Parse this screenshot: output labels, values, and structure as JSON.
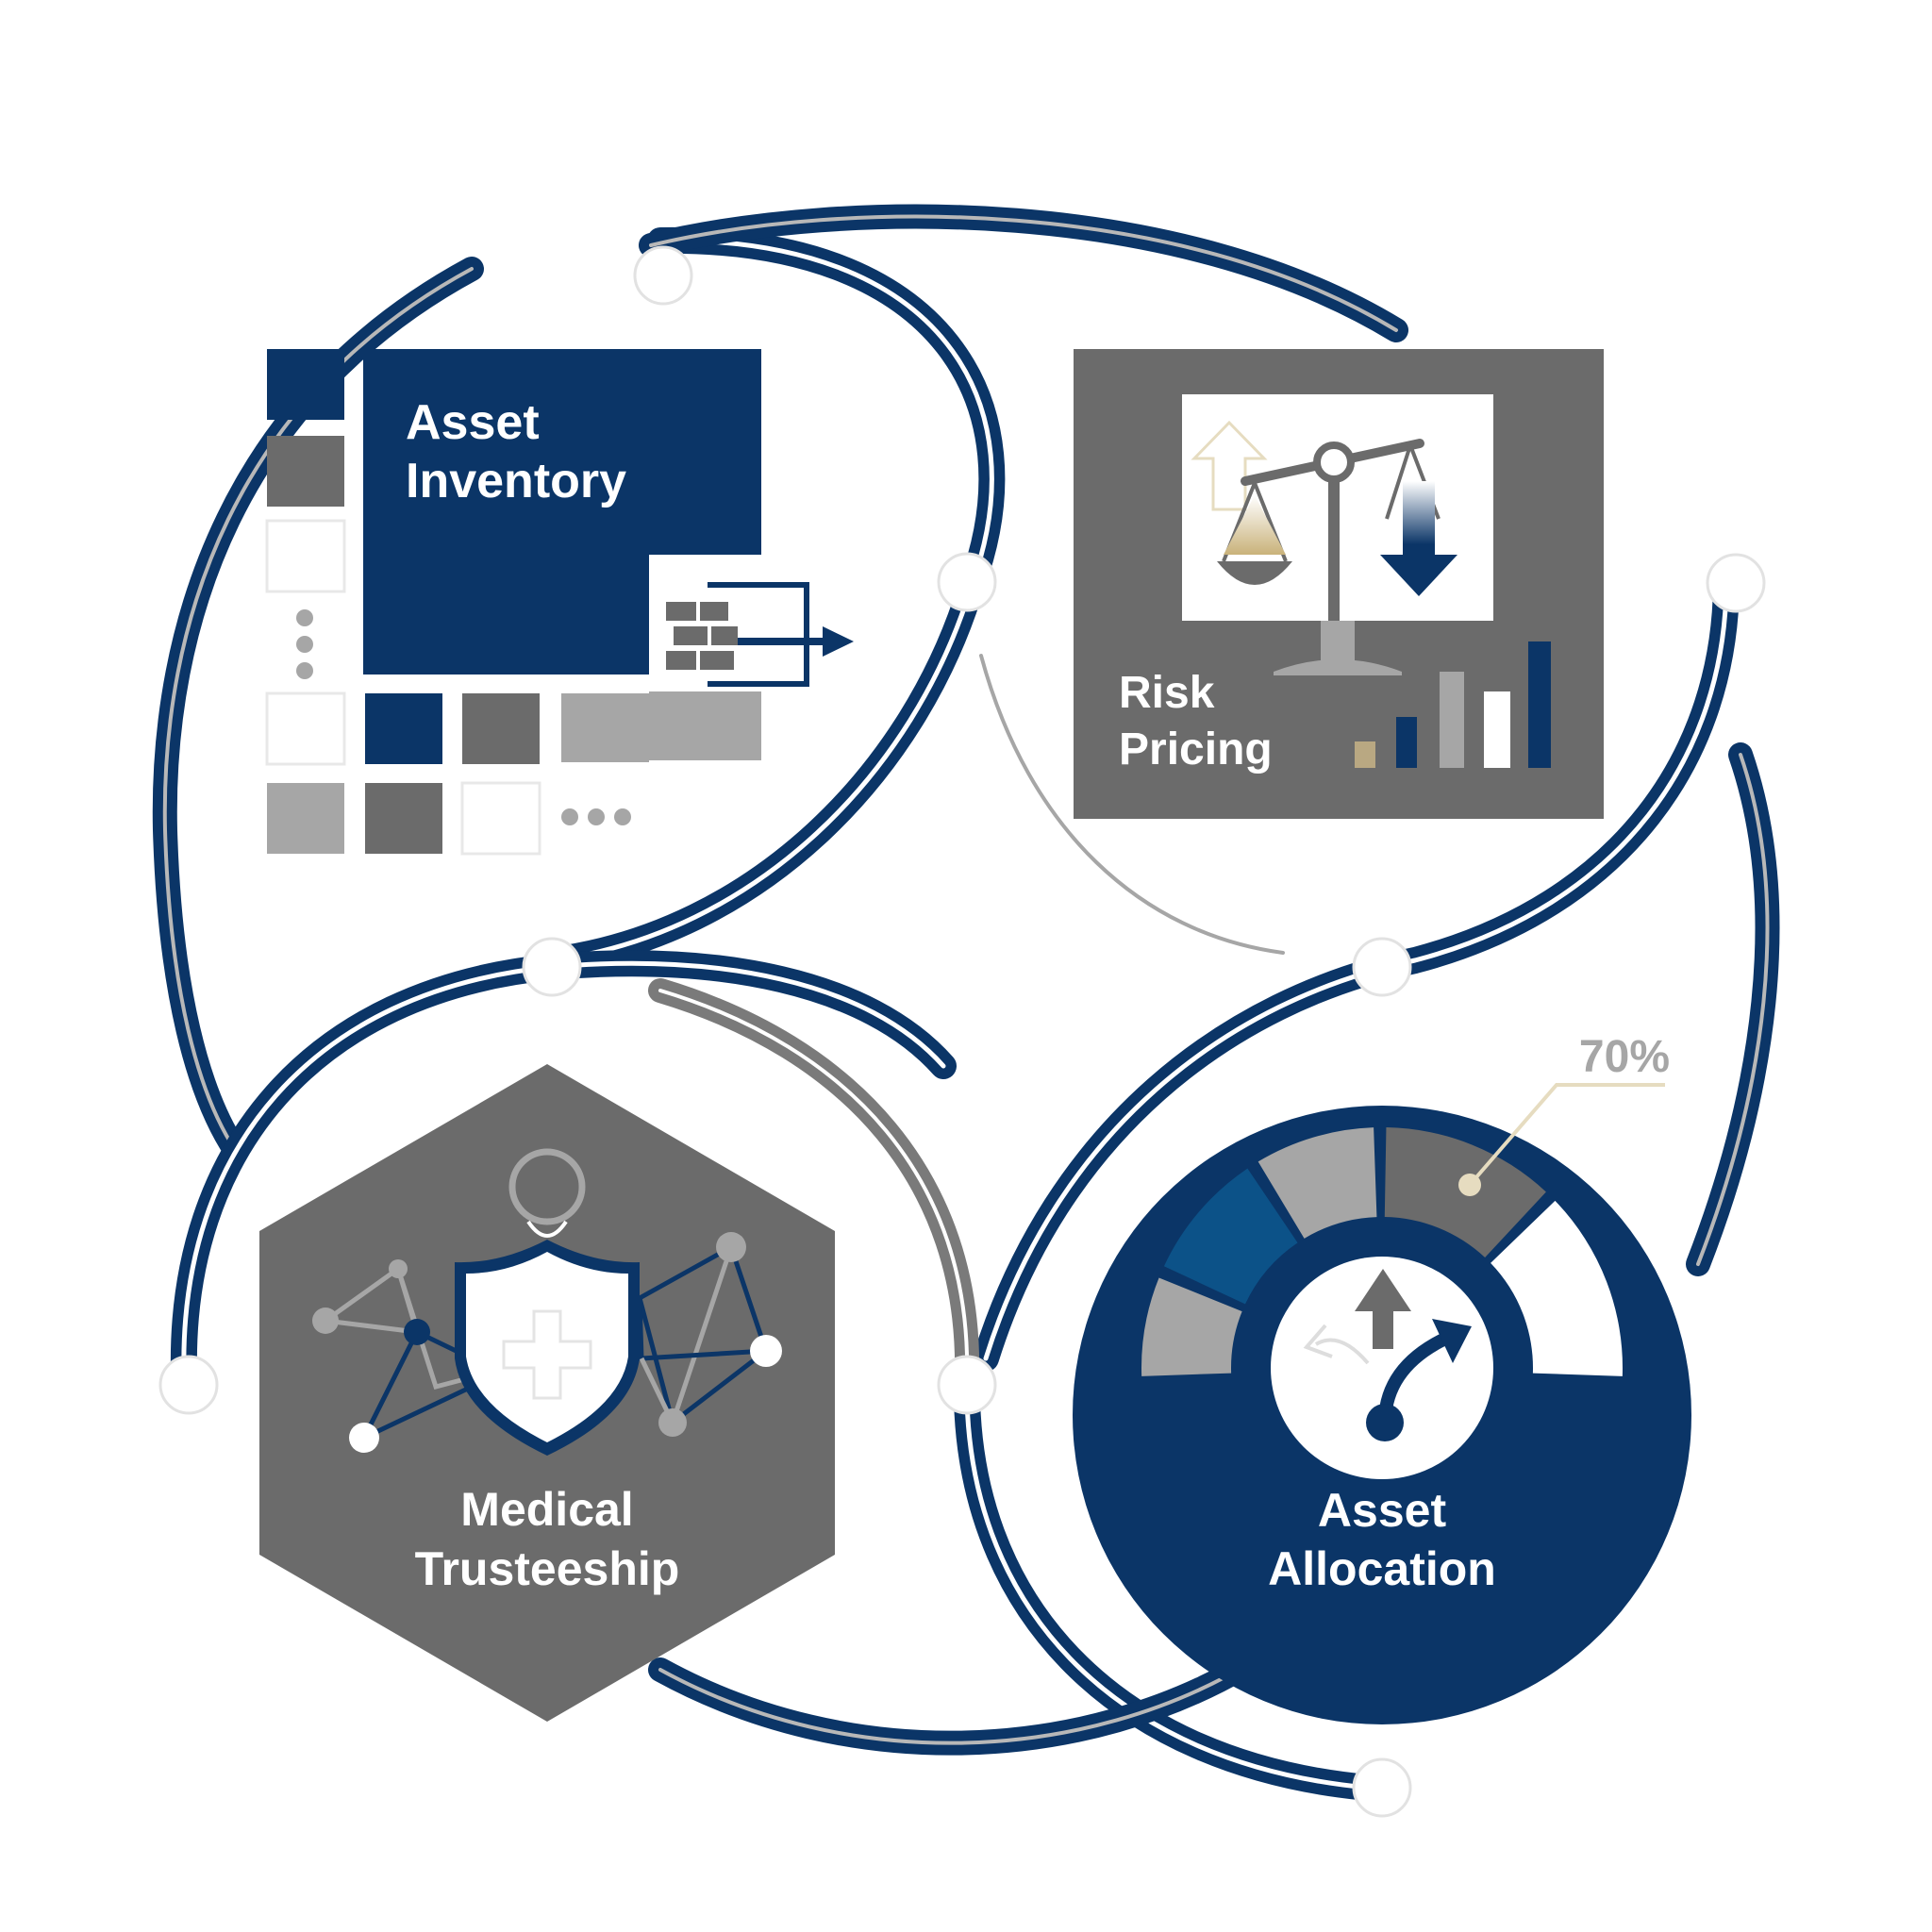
{
  "modules": {
    "asset_inventory": {
      "line1": "Asset",
      "line2": "Inventory"
    },
    "risk_pricing": {
      "line1": "Risk",
      "line2": "Pricing"
    },
    "medical_trusteeship": {
      "line1": "Medical",
      "line2": "Trusteeship"
    },
    "asset_allocation": {
      "line1": "Asset",
      "line2": "Allocation",
      "gauge_label": "70%",
      "gauge_value_percent": 70
    }
  },
  "colors": {
    "navy": "#0b3567",
    "gray": "#6b6b6b",
    "light_gray": "#a6a6a6",
    "mid_blue": "#0c5288",
    "tan": "#b9a882"
  }
}
